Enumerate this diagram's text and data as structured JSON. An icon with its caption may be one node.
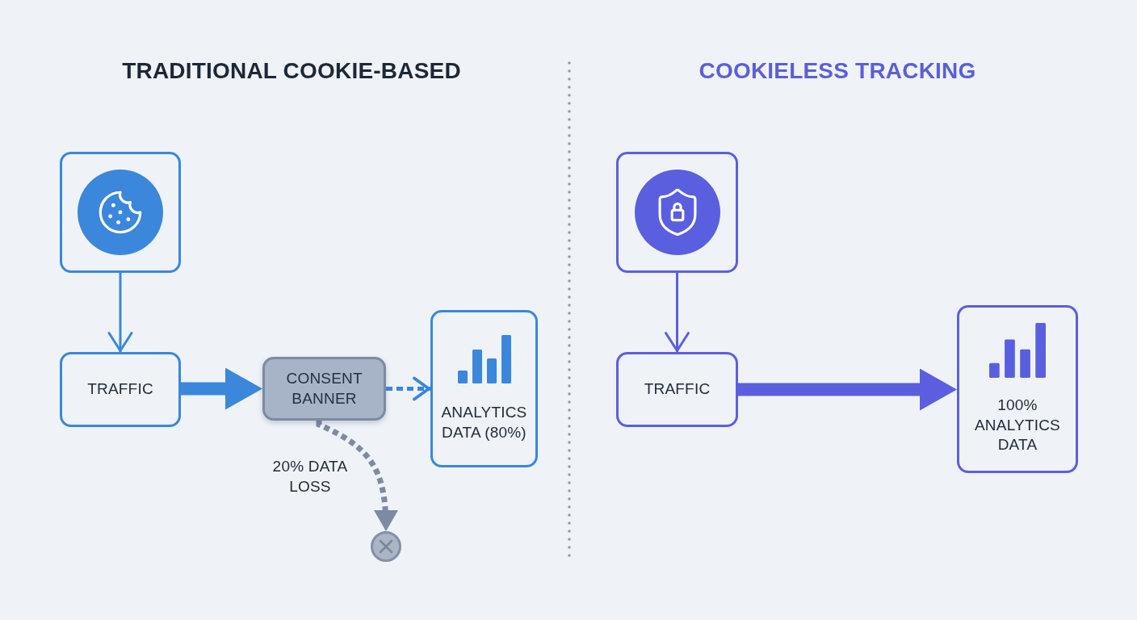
{
  "diagram": {
    "nodes": [
      {
        "text": [],
        "shape": "box"
      },
      {
        "text": [
          "TRAFFIC"
        ]
      },
      {
        "text": [
          "CONSENT BANNER"
        ]
      },
      {
        "text": [
          "ANALYTICS DATA (80%)"
        ]
      },
      {
        "text": [],
        "shape": "circle"
      },
      {
        "text": [],
        "shape": "box"
      },
      {
        "text": [
          "TRAFFIC"
        ]
      },
      {
        "text": [
          "100% ANALYTICS DATA"
        ]
      }
    ],
    "edges": [
      {
        "from": 0,
        "to": 1,
        "arrow": "to"
      },
      {
        "from": 1,
        "to": 2,
        "arrow": "to",
        "style": "thick"
      },
      {
        "from": 2,
        "to": 3,
        "arrow": "to",
        "style": "dashed"
      },
      {
        "from": 2,
        "to": 4,
        "arrow": "to",
        "style": "dashed",
        "color": "#7d8aa2",
        "label": "20% DATA LOSS"
      },
      {
        "from": 5,
        "to": 6,
        "arrow": "to",
        "color": "#5b5fdf"
      },
      {
        "from": 6,
        "to": 7,
        "arrow": "to",
        "style": "thick",
        "color": "#5b5fdf"
      }
    ],
    "labels": [
      "TRADITIONAL COOKIE-BASED",
      "COOKIELESS TRACKING"
    ]
  }
}
